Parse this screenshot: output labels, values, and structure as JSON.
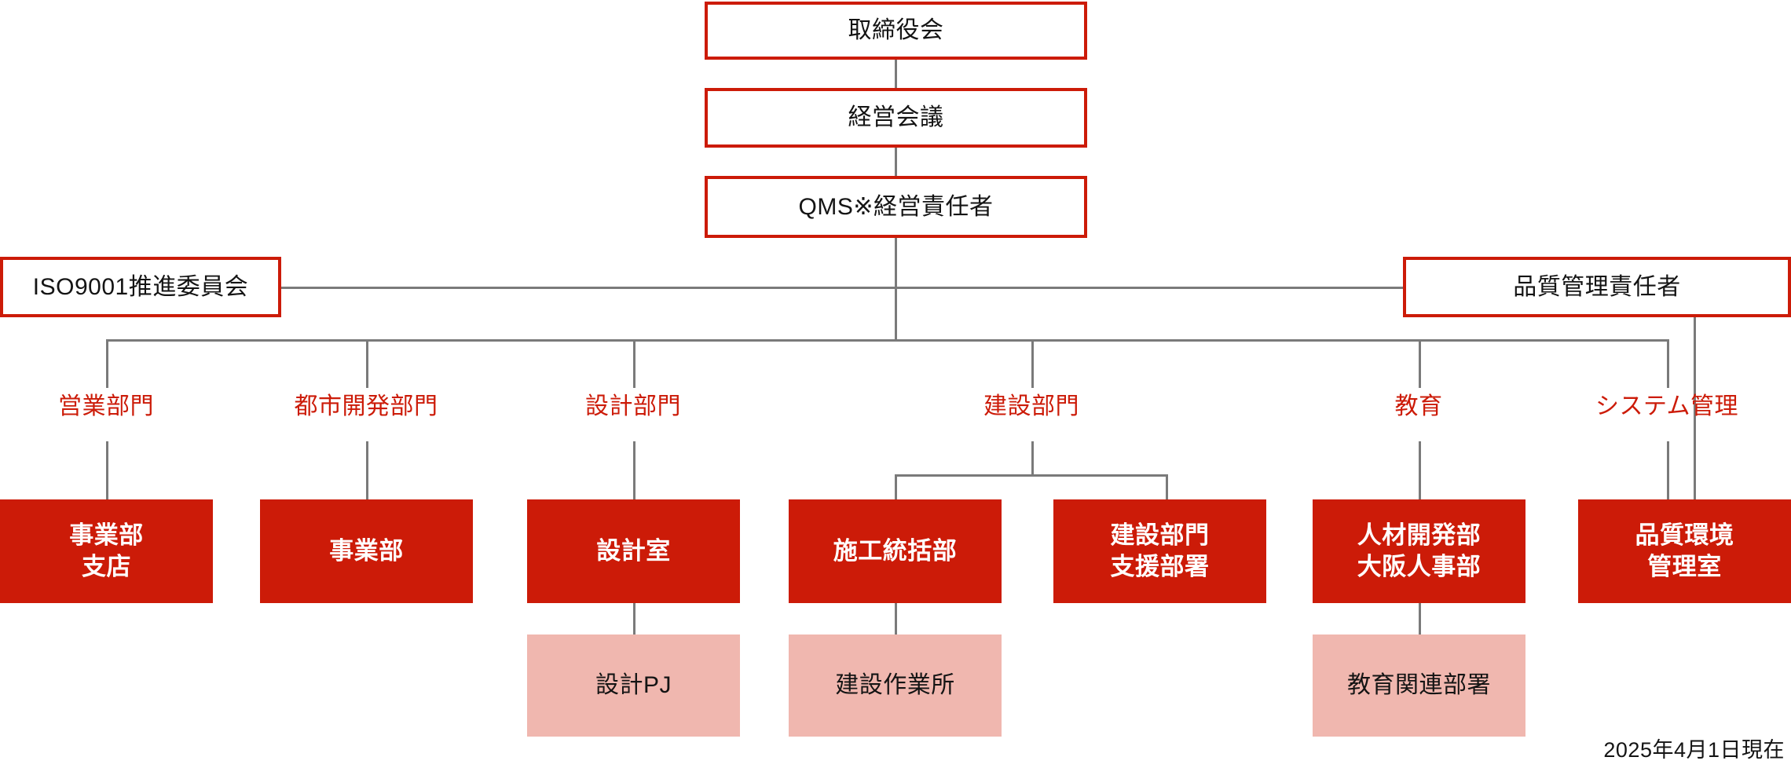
{
  "diagram": {
    "title_boxes": [
      {
        "label": "取締役会"
      },
      {
        "label": "経営会議"
      },
      {
        "label": "QMS※経営責任者"
      }
    ],
    "side_boxes": {
      "left": "ISO9001推進委員会",
      "right": "品質管理責任者"
    },
    "divisions": [
      {
        "label": "営業部門"
      },
      {
        "label": "都市開発部門"
      },
      {
        "label": "設計部門"
      },
      {
        "label": "建設部門"
      },
      {
        "label": "教育"
      },
      {
        "label": "システム管理"
      }
    ],
    "units": [
      {
        "line1": "事業部",
        "line2": "支店"
      },
      {
        "line1": "事業部",
        "line2": ""
      },
      {
        "line1": "設計室",
        "line2": ""
      },
      {
        "line1": "施工統括部",
        "line2": ""
      },
      {
        "line1": "建設部門",
        "line2": "支援部署"
      },
      {
        "line1": "人材開発部",
        "line2": "大阪人事部"
      },
      {
        "line1": "品質環境",
        "line2": "管理室"
      }
    ],
    "subunits": [
      {
        "label": "設計PJ"
      },
      {
        "label": "建設作業所"
      },
      {
        "label": "教育関連部署"
      }
    ],
    "footer_date": "2025年4月1日現在",
    "colors": {
      "primary_red": "#CC1B08",
      "pink": "#F0B7AF",
      "connector_gray": "#7A7A7A",
      "text_dark": "#141414",
      "white": "#FFFFFF"
    }
  }
}
